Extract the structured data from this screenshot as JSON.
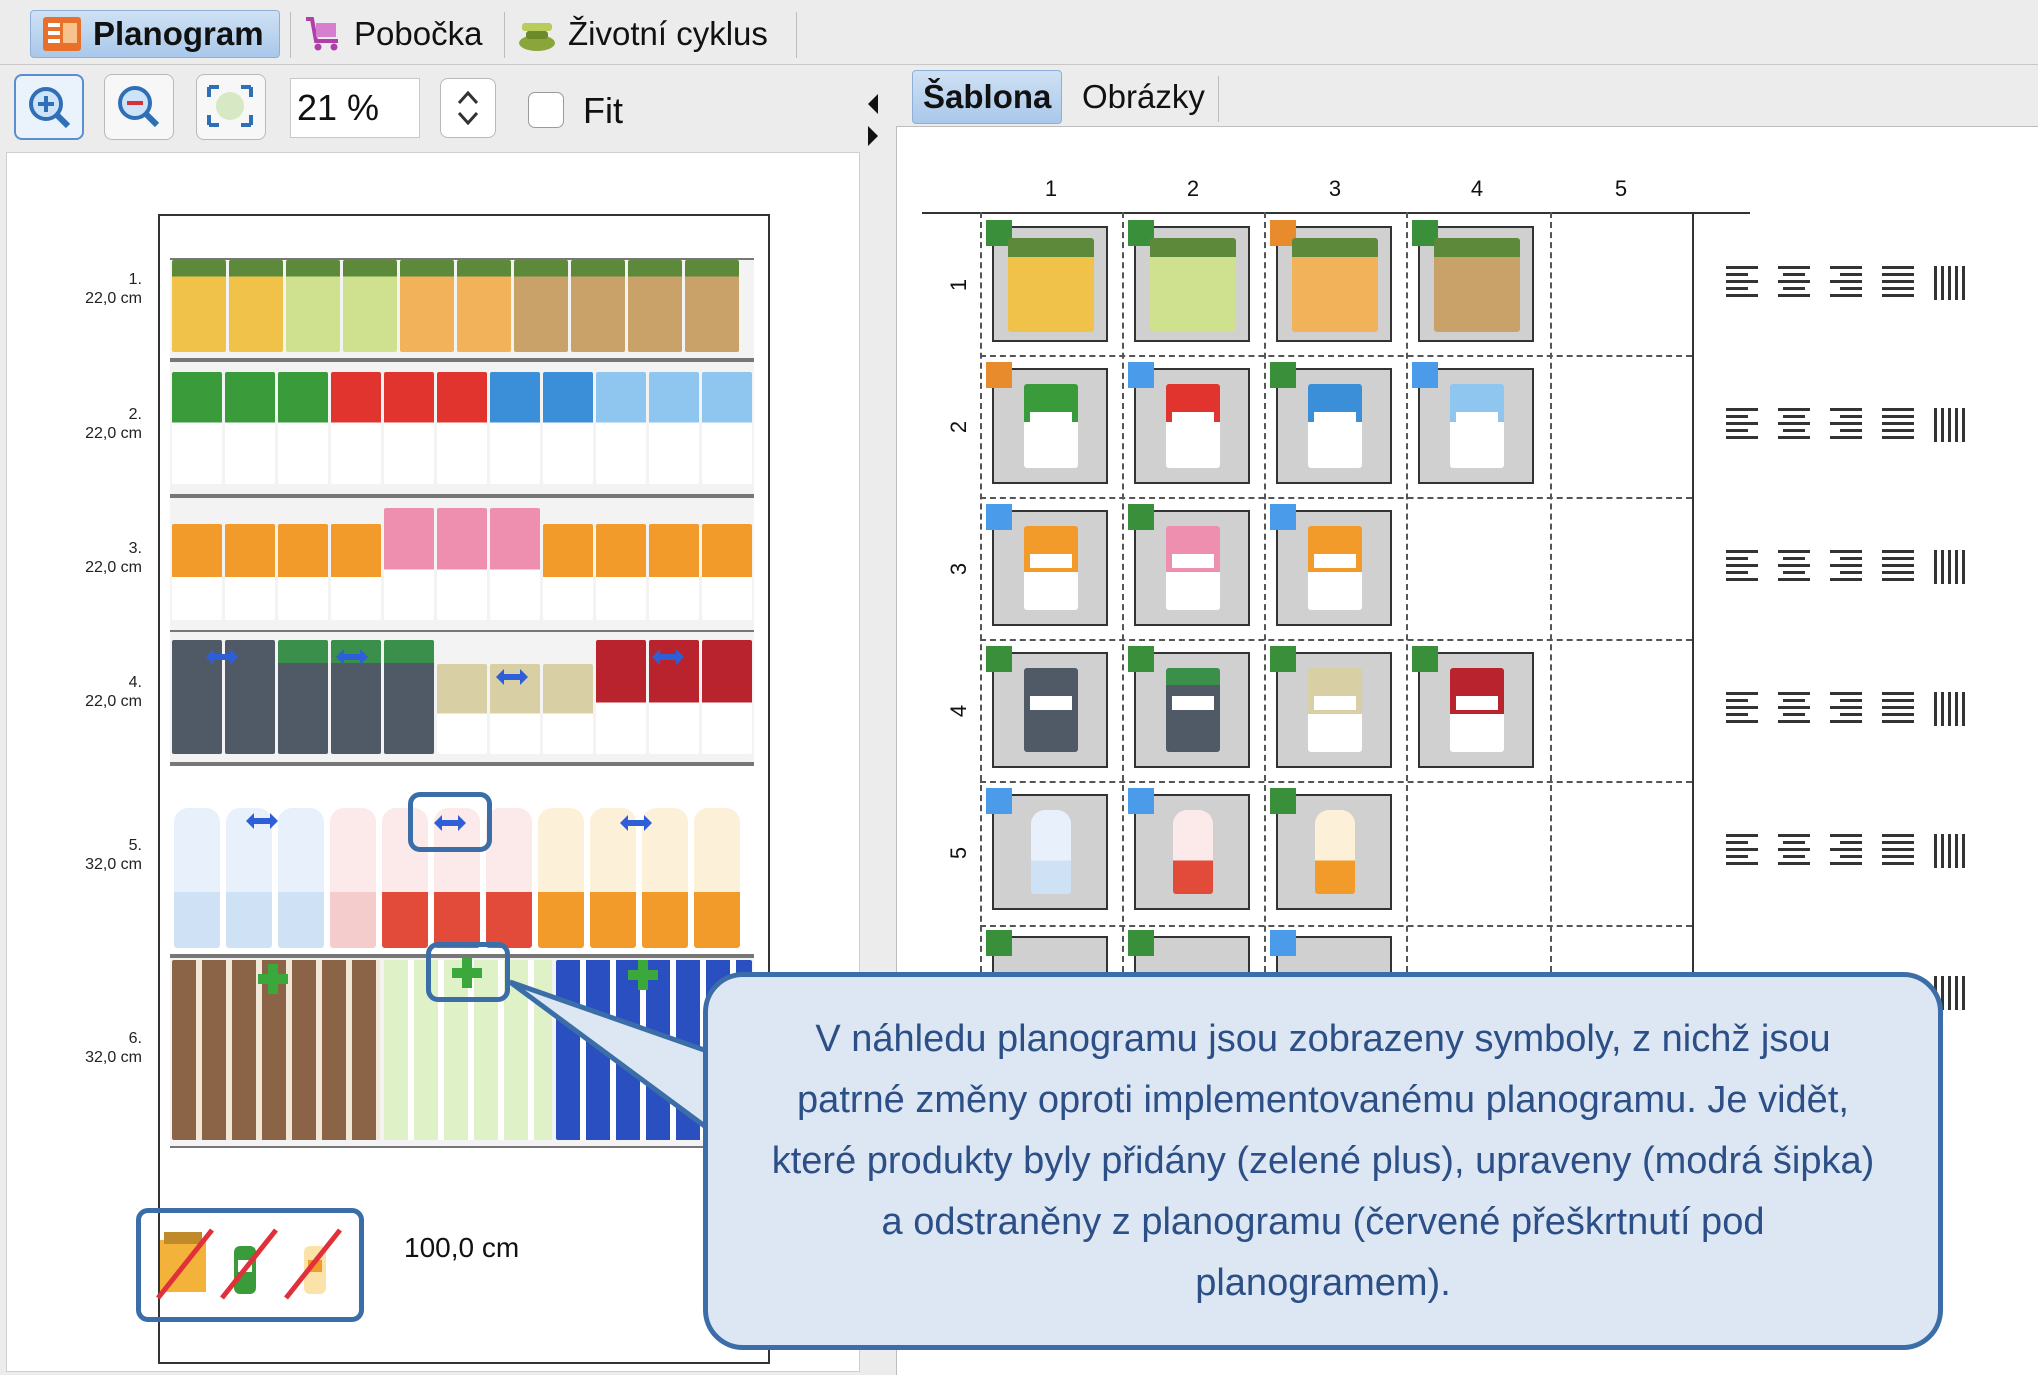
{
  "tabs": [
    {
      "label": "Planogram",
      "active": true,
      "icon": "planogram-icon"
    },
    {
      "label": "Pobočka",
      "active": false,
      "icon": "cart-icon"
    },
    {
      "label": "Životní cyklus",
      "active": false,
      "icon": "lifecycle-icon"
    }
  ],
  "toolbar": {
    "zoom_in_icon": "zoom-in-icon",
    "zoom_out_icon": "zoom-out-icon",
    "fit_page_icon": "fit-page-icon",
    "zoom_value": "21 %",
    "fit_label": "Fit",
    "fit_checked": false
  },
  "planogram": {
    "shelves": [
      {
        "num": "1.",
        "height": "22,0 cm"
      },
      {
        "num": "2.",
        "height": "22,0 cm"
      },
      {
        "num": "3.",
        "height": "22,0 cm"
      },
      {
        "num": "4.",
        "height": "22,0 cm"
      },
      {
        "num": "5.",
        "height": "32,0 cm"
      },
      {
        "num": "6.",
        "height": "32,0 cm"
      }
    ],
    "width_label": "100,0 cm",
    "removed_products_count": 3
  },
  "right_tabs": [
    {
      "label": "Šablona",
      "active": true
    },
    {
      "label": "Obrázky",
      "active": false
    }
  ],
  "template": {
    "columns": [
      "1",
      "2",
      "3",
      "4",
      "5"
    ],
    "rows": [
      "1",
      "2",
      "3",
      "4",
      "5"
    ]
  },
  "colors": {
    "accent_blue": "#3b6ea8",
    "marker_green": "#3a8f3a",
    "marker_blue": "#4a9bea",
    "marker_orange": "#e88b2c",
    "removed_red": "#e0303a"
  },
  "callout": {
    "text": "V náhledu planogramu jsou zobrazeny symboly, z nichž jsou patrné změny oproti implementovanému planogramu. Je vidět, které produkty byly přidány (zelené plus), upraveny (modrá šipka) a odstraněny z planogramu (červené přeškrtnutí pod planogramem)."
  }
}
